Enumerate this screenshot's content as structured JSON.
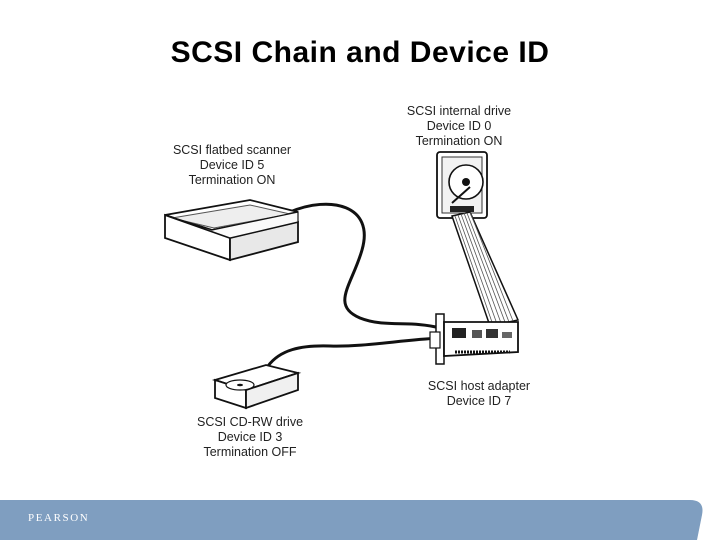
{
  "slide": {
    "title": "SCSI Chain and Device ID"
  },
  "devices": {
    "scanner": {
      "line1": "SCSI flatbed scanner",
      "line2": "Device ID 5",
      "line3": "Termination ON"
    },
    "internal_drive": {
      "line1": "SCSI internal drive",
      "line2": "Device ID 0",
      "line3": "Termination ON"
    },
    "host_adapter": {
      "line1": "SCSI host adapter",
      "line2": "Device ID 7"
    },
    "cdrw": {
      "line1": "SCSI CD-RW drive",
      "line2": "Device ID 3",
      "line3": "Termination OFF"
    }
  },
  "footer": {
    "brand": "PEARSON",
    "bar_color": "#7f9ec0"
  }
}
